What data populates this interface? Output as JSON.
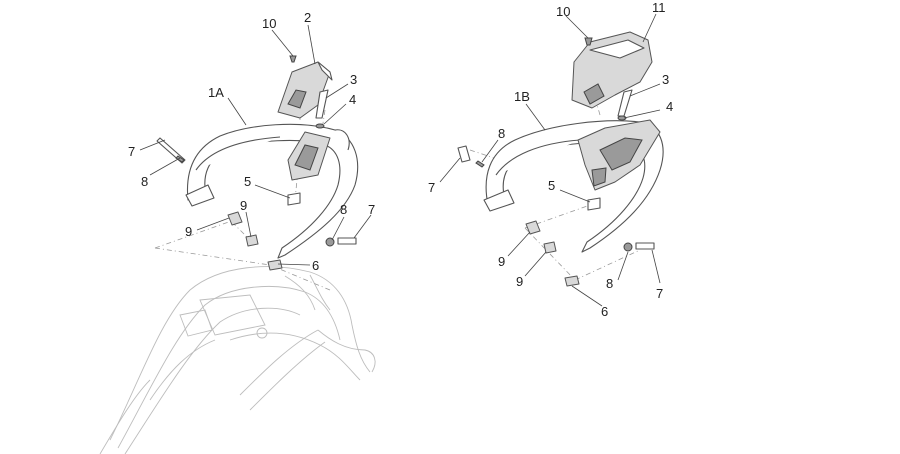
{
  "callouts": {
    "left": [
      {
        "id": "l-10",
        "text": "10"
      },
      {
        "id": "l-2",
        "text": "2"
      },
      {
        "id": "l-3",
        "text": "3"
      },
      {
        "id": "l-4",
        "text": "4"
      },
      {
        "id": "l-1a",
        "text": "1A"
      },
      {
        "id": "l-7a",
        "text": "7"
      },
      {
        "id": "l-8a",
        "text": "8"
      },
      {
        "id": "l-5",
        "text": "5"
      },
      {
        "id": "l-9a",
        "text": "9"
      },
      {
        "id": "l-9b",
        "text": "9"
      },
      {
        "id": "l-8b",
        "text": "8"
      },
      {
        "id": "l-7b",
        "text": "7"
      },
      {
        "id": "l-6",
        "text": "6"
      }
    ],
    "right": [
      {
        "id": "r-10",
        "text": "10"
      },
      {
        "id": "r-11",
        "text": "11"
      },
      {
        "id": "r-3",
        "text": "3"
      },
      {
        "id": "r-4",
        "text": "4"
      },
      {
        "id": "r-1b",
        "text": "1B"
      },
      {
        "id": "r-8a",
        "text": "8"
      },
      {
        "id": "r-7a",
        "text": "7"
      },
      {
        "id": "r-5",
        "text": "5"
      },
      {
        "id": "r-9a",
        "text": "9"
      },
      {
        "id": "r-9b",
        "text": "9"
      },
      {
        "id": "r-8b",
        "text": "8"
      },
      {
        "id": "r-7b",
        "text": "7"
      },
      {
        "id": "r-6",
        "text": "6"
      }
    ]
  }
}
